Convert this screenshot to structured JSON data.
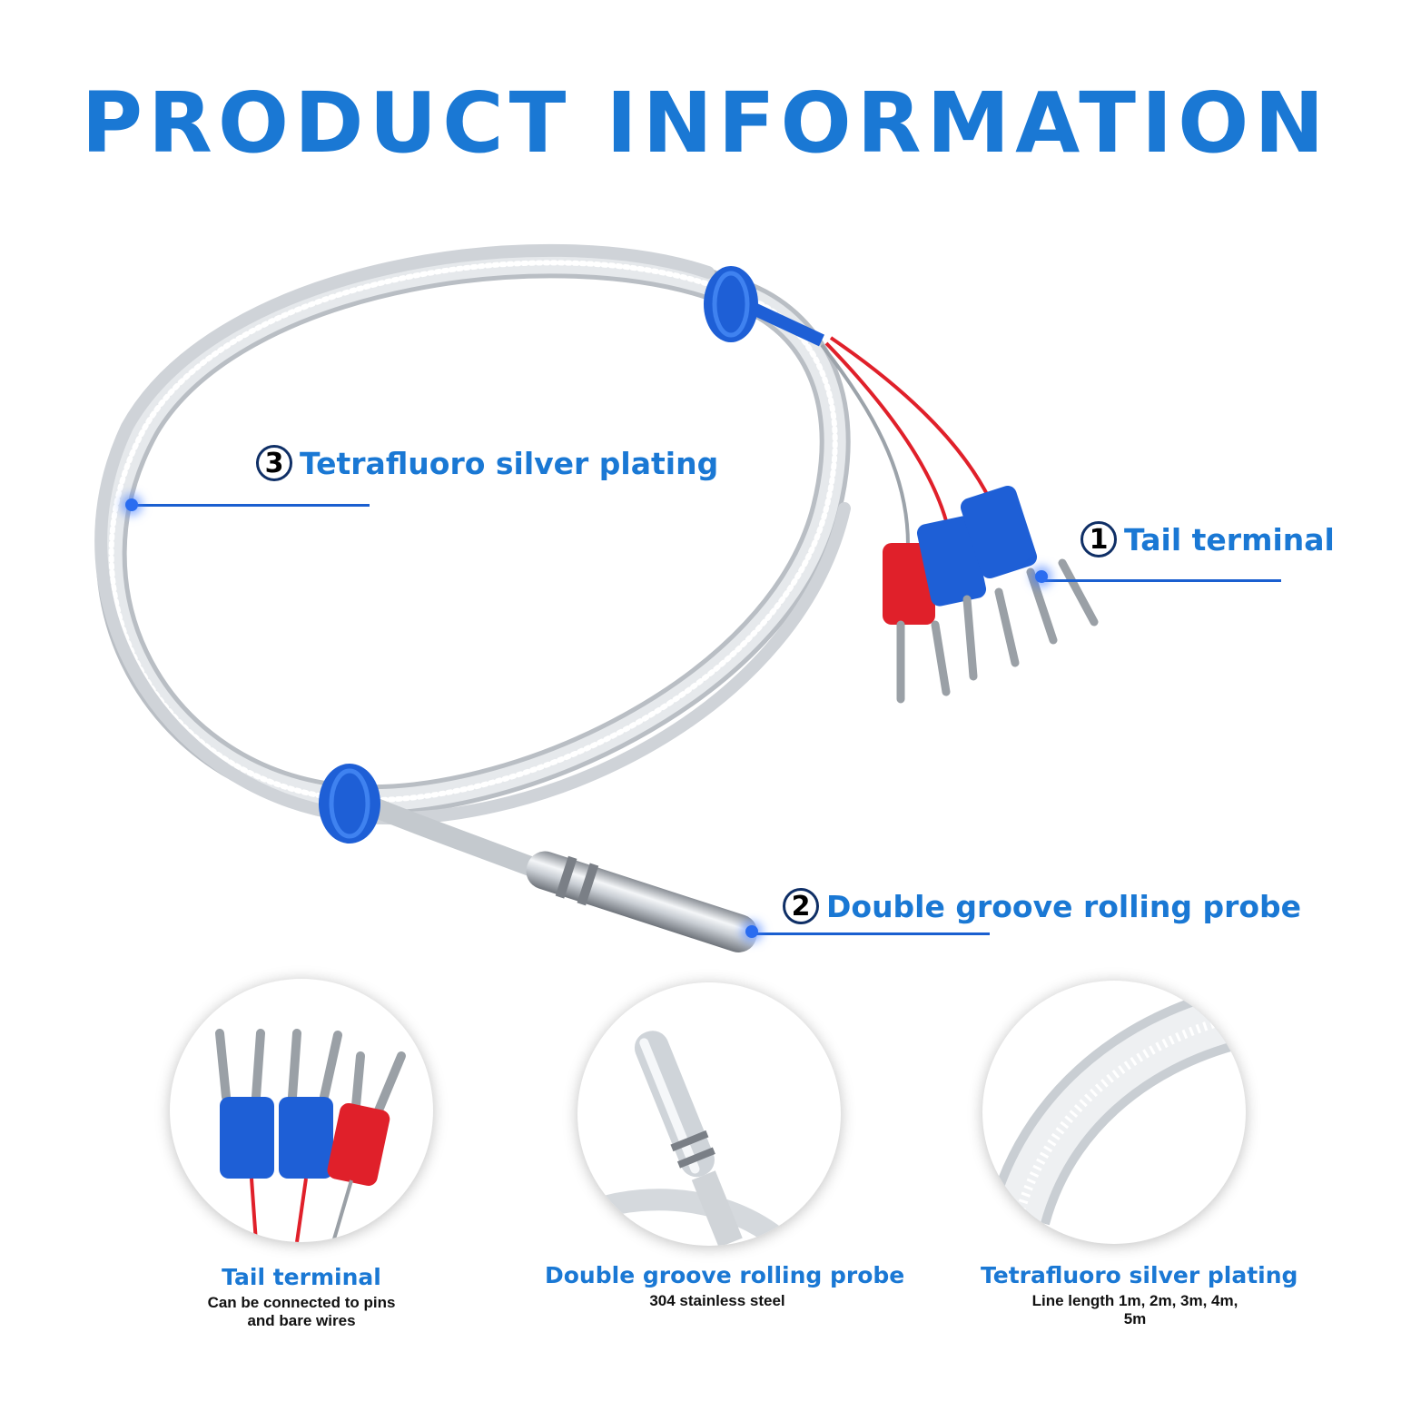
{
  "header": {
    "title": "PRODUCT INFORMATION"
  },
  "callouts": [
    {
      "number": "1",
      "label": "Tail terminal"
    },
    {
      "number": "2",
      "label": "Double groove rolling probe"
    },
    {
      "number": "3",
      "label": "Tetrafluoro silver plating"
    }
  ],
  "details": [
    {
      "title": "Tail terminal",
      "subtitle": "Can be connected to pins and bare wires"
    },
    {
      "title": "Double groove rolling probe",
      "subtitle": "304 stainless steel"
    },
    {
      "title": "Tetrafluoro silver plating",
      "subtitle": "Line length 1m, 2m, 3m, 4m, 5m"
    }
  ],
  "colors": {
    "accent": "#1a78d4",
    "terminal_blue": "#1e5fd6",
    "terminal_red": "#e0202a"
  }
}
